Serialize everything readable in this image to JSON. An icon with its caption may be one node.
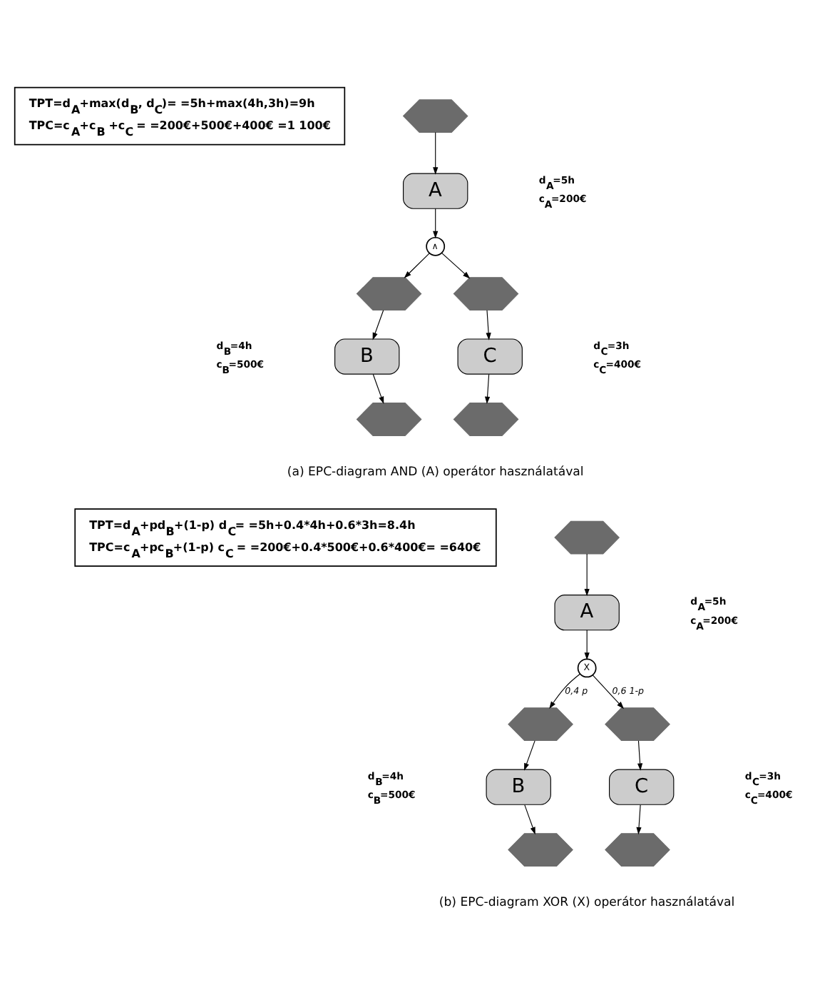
{
  "diagram": {
    "nodes": [
      {
        "text": [
          "TPT=d$_{A}$+max(d$_{B}$, d$_{C}$)= =5h+max(4h,3h)=9h",
          "TPC=c$_{A}$+c$_{B}$ +c$_{C}$ = =200€+500€+400€ =1 100€"
        ]
      },
      {
        "text": [],
        "shape": "hexagon"
      },
      {
        "text": [
          "A"
        ],
        "beside": [
          "d$_{A}$=5h",
          "c$_{A}$=200€"
        ]
      },
      {
        "text": [
          "∧"
        ]
      },
      {
        "text": [],
        "shape": "hexagon"
      },
      {
        "text": [],
        "shape": "hexagon"
      },
      {
        "text": [
          "B"
        ],
        "beside": [
          "d$_{B}$=4h",
          "c$_{B}$=500€"
        ]
      },
      {
        "text": [
          "C"
        ],
        "beside": [
          "d$_{C}$=3h",
          "c$_{C}$=400€"
        ]
      },
      {
        "text": [],
        "shape": "hexagon"
      },
      {
        "text": [],
        "shape": "hexagon"
      },
      {
        "text": [
          "TPT=d$_{A}$+pd$_{B}$+(1-p) d$_{C}$= =5h+0.4*4h+0.6*3h=8.4h",
          "TPC=c$_{A}$+pc$_{B}$+(1-p) c$_{C}$ = =200€+0.4*500€+0.6*400€= =640€"
        ]
      },
      {
        "text": [],
        "shape": "hexagon"
      },
      {
        "text": [
          "A"
        ],
        "beside": [
          "d$_{A}$=5h",
          "c$_{A}$=200€"
        ]
      },
      {
        "text": [
          "X"
        ]
      },
      {
        "text": [],
        "shape": "hexagon"
      },
      {
        "text": [],
        "shape": "hexagon"
      },
      {
        "text": [
          "B"
        ],
        "beside": [
          "d$_{B}$=4h",
          "c$_{B}$=500€"
        ]
      },
      {
        "text": [
          "C"
        ],
        "beside": [
          "d$_{C}$=3h",
          "c$_{C}$=400€"
        ]
      },
      {
        "text": [],
        "shape": "hexagon"
      },
      {
        "text": [],
        "shape": "hexagon"
      }
    ],
    "edges": [
      {
        "from": 1,
        "to": 2,
        "arrow": "to"
      },
      {
        "from": 2,
        "to": 3,
        "arrow": "to"
      },
      {
        "from": 3,
        "to": 4,
        "arrow": "to"
      },
      {
        "from": 3,
        "to": 5,
        "arrow": "to"
      },
      {
        "from": 4,
        "to": 6,
        "arrow": "to"
      },
      {
        "from": 5,
        "to": 7,
        "arrow": "to"
      },
      {
        "from": 6,
        "to": 8,
        "arrow": "to"
      },
      {
        "from": 7,
        "to": 9,
        "arrow": "to"
      },
      {
        "from": 11,
        "to": 12,
        "arrow": "to"
      },
      {
        "from": 12,
        "to": 13,
        "arrow": "to"
      },
      {
        "from": 13,
        "to": 14,
        "arrow": "to",
        "label": "0,4 p"
      },
      {
        "from": 13,
        "to": 15,
        "arrow": "to",
        "label": "0,6 1-p"
      },
      {
        "from": 14,
        "to": 16,
        "arrow": "to"
      },
      {
        "from": 15,
        "to": 17,
        "arrow": "to"
      },
      {
        "from": 16,
        "to": 18,
        "arrow": "to"
      },
      {
        "from": 17,
        "to": 19,
        "arrow": "to"
      }
    ],
    "labels": [
      "(a) EPC-diagram AND (A) operátor használatával",
      "(b) EPC-diagram XOR (X) operátor használatával"
    ]
  }
}
